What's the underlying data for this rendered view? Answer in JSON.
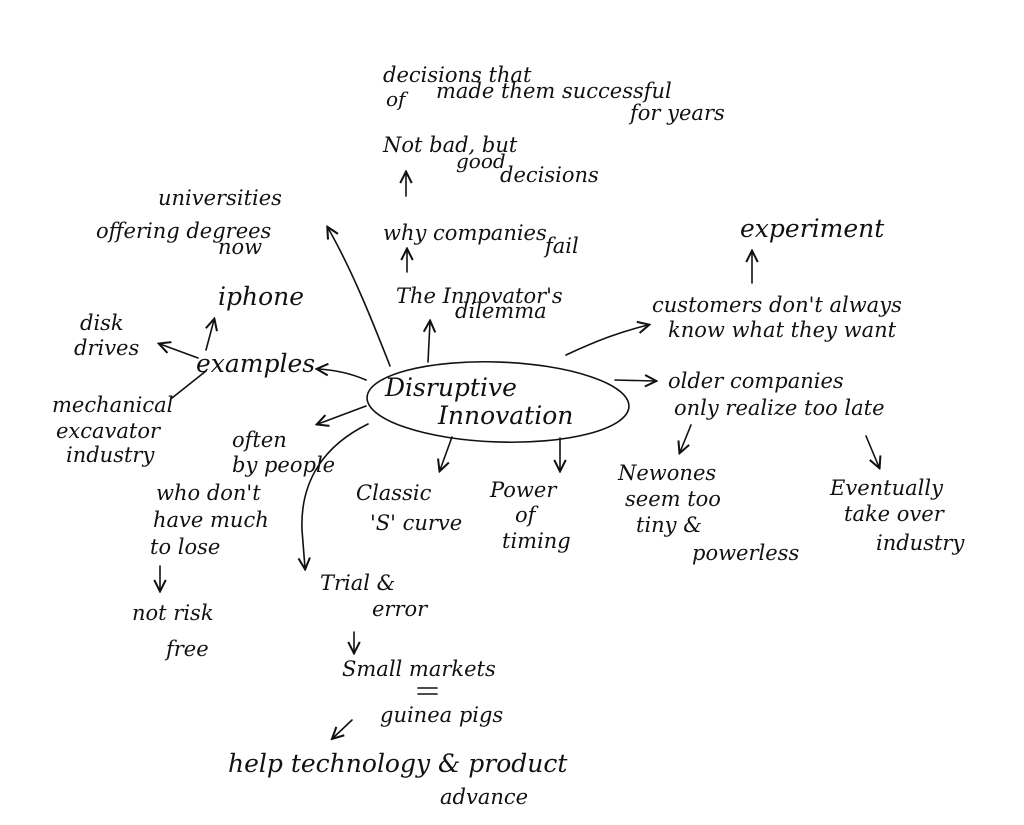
{
  "colors": {
    "ink": "#111111",
    "background": "#ffffff"
  },
  "center": {
    "line1": "Disruptive",
    "line2": "Innovation"
  },
  "nodes": {
    "decisions": {
      "l1": "decisions that",
      "l2": "made them successful",
      "l3": "for years",
      "of": "of"
    },
    "not_bad": {
      "l1": "Not bad, but",
      "l2": "good",
      "l3": "decisions"
    },
    "why_fail": {
      "l1": "why companies",
      "l2": "fail"
    },
    "innovator": {
      "l1": "The Innovator's",
      "l2": "dilemma"
    },
    "experiment": {
      "l1": "experiment"
    },
    "customers": {
      "l1": "customers don't always",
      "l2": "know what they want"
    },
    "older": {
      "l1": "older companies",
      "l2": "only realize too late"
    },
    "newones": {
      "l1": "Newones",
      "l2": "seem too",
      "l3": "tiny &",
      "l4": "powerless"
    },
    "eventually": {
      "l1": "Eventually",
      "l2": "take over",
      "l3": "industry"
    },
    "classic": {
      "l1": "Classic",
      "l2": "'S' curve"
    },
    "power": {
      "l1": "Power",
      "l2": "of",
      "l3": "timing"
    },
    "trial": {
      "l1": "Trial &",
      "l2": "error"
    },
    "small": {
      "l1": "Small markets"
    },
    "guinea": {
      "l1": "guinea pigs"
    },
    "help": {
      "l1": "help technology & product",
      "l2": "advance"
    },
    "often": {
      "l1": "often",
      "l2": "by people",
      "l3": "who don't",
      "l4": "have much",
      "l5": "to lose"
    },
    "not_risk": {
      "l1": "not risk",
      "l2": "free"
    },
    "examples": {
      "l1": "examples"
    },
    "iphone": {
      "l1": "iphone"
    },
    "disk": {
      "l1": "disk",
      "l2": "drives"
    },
    "mechanical": {
      "l1": "mechanical",
      "l2": "excavator",
      "l3": "industry"
    },
    "universities": {
      "l1": "universities",
      "l2": "offering degrees",
      "l3": "now"
    }
  }
}
